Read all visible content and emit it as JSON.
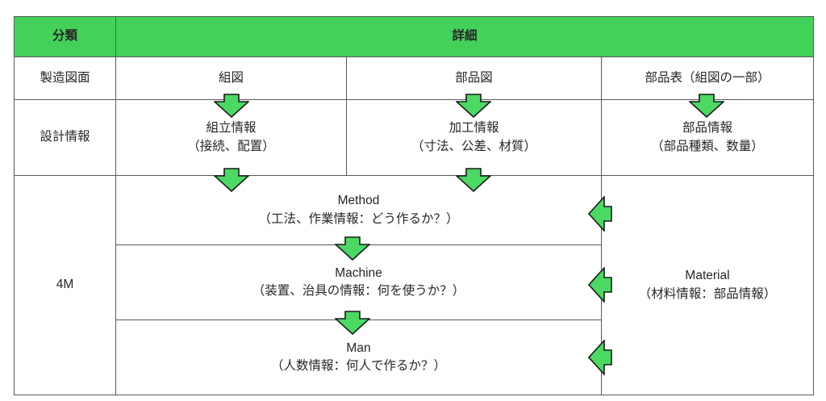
{
  "table": {
    "header": {
      "category_label": "分類",
      "detail_label": "詳細"
    },
    "rows": [
      {
        "name": "manufacturing-drawing",
        "category": "製造図面",
        "cells": [
          "組図",
          "部品図",
          "部品表（組図の一部）"
        ]
      },
      {
        "name": "design-information",
        "category": "設計情報",
        "cells": [
          "組立情報\n（接続、配置）",
          "加工情報\n（寸法、公差、材質）",
          "部品情報\n（部品種類、数量）"
        ]
      }
    ],
    "fourm": {
      "category": "4M",
      "sub_rows": [
        {
          "name": "method",
          "text": "Method\n（工法、作業情報：どう作るか？）"
        },
        {
          "name": "machine",
          "text": "Machine\n（装置、治具の情報：何を使うか？）"
        },
        {
          "name": "man",
          "text": "Man\n（人数情報：何人で作るか？）"
        }
      ],
      "material": "Material\n（材料情報：部品情報）"
    }
  },
  "arrows": {
    "down_icon": "arrow-down-icon",
    "left_icon": "arrow-left-icon"
  },
  "colors": {
    "header_green": "#44d15a",
    "arrow_fill": "#4bd964",
    "arrow_stroke": "#1a1a1a",
    "border": "#595959",
    "text": "#262626"
  }
}
